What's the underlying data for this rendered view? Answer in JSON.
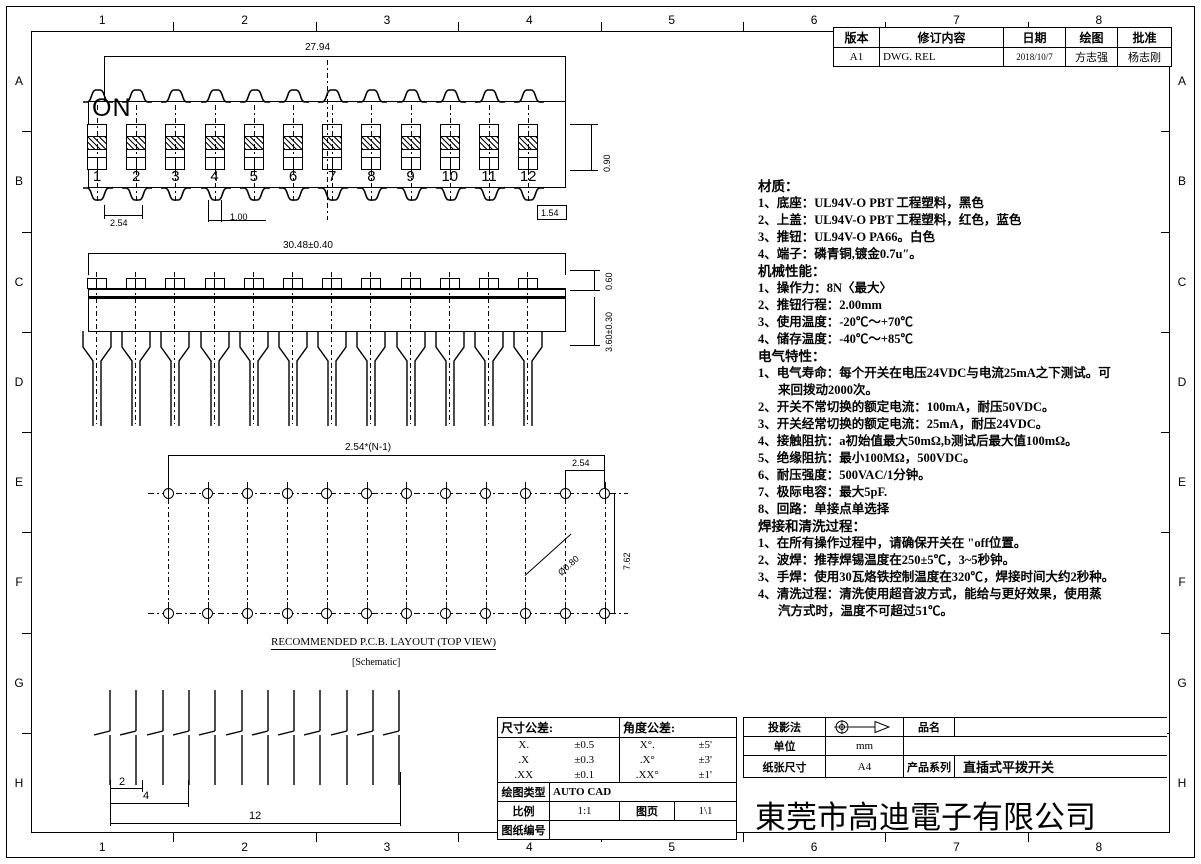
{
  "sheet": {
    "columns": [
      "1",
      "2",
      "3",
      "4",
      "5",
      "6",
      "7",
      "8"
    ],
    "rows": [
      "A",
      "B",
      "C",
      "D",
      "E",
      "F",
      "G",
      "H"
    ]
  },
  "revision_table": {
    "headers": [
      "版本",
      "修订内容",
      "日期",
      "绘图",
      "批准"
    ],
    "rows": [
      {
        "version": "A1",
        "content": "DWG. REL",
        "date": "2018/10/7",
        "drawn_by": "方志强",
        "approved_by": "杨志刚"
      }
    ]
  },
  "top_view": {
    "on_label": "ON",
    "switch_numbers": [
      "1",
      "2",
      "3",
      "4",
      "5",
      "6",
      "7",
      "8",
      "9",
      "10",
      "11",
      "12"
    ],
    "dims": {
      "overall_width": "27.94",
      "pitch": "2.54",
      "actuator_width": "1.00",
      "pin_width": "1.54",
      "actuator_height": "0.90"
    }
  },
  "side_view": {
    "dims": {
      "overall_length": "30.48±0.40",
      "top_height": "0.60",
      "body_height": "3.60±0.30"
    }
  },
  "pcb_layout": {
    "caption": "RECOMMENDED P.C.B. LAYOUT (TOP VIEW)",
    "dims": {
      "overall": "2.54*(N-1)",
      "pitch": "2.54",
      "row_spacing": "7.62",
      "hole_dia": "Ø0.80"
    }
  },
  "schematic": {
    "caption": "[Schematic]",
    "dims": {
      "first": "2",
      "second": "4",
      "total": "12"
    }
  },
  "specs": {
    "material": {
      "title": "材质：",
      "items": [
        "1、底座：UL94V-O PBT 工程塑料，黑色",
        "2、上盖：UL94V-O PBT 工程塑料，红色，蓝色",
        "3、推钮：UL94V-O PA66。白色",
        "4、端子：磷青铜,镀金0.7u″。"
      ]
    },
    "mechanical": {
      "title": "机械性能：",
      "items": [
        "1、操作力：8N〈最大〉",
        "2、推钮行程：2.00mm",
        "3、使用温度：-20℃～+70℃",
        "4、储存温度：-40℃～+85℃"
      ]
    },
    "electrical": {
      "title": "电气特性：",
      "items": [
        "1、电气寿命：每个开关在电压24VDC与电流25mA之下测试。可",
        "2、开关不常切换的额定电流：100mA，耐压50VDC。",
        "3、开关经常切换的额定电流：25mA，耐压24VDC。",
        "4、接触阻抗：a初始值最大50mΩ,b测试后最大值100mΩ。",
        "5、绝缘阻抗：最小100MΩ，500VDC。",
        "6、耐压强度：500VAC/1分钟。",
        "7、极际电容：最大5pF.",
        "8、回路：单接点单选择"
      ],
      "continuation_1": "来回拨动2000次。"
    },
    "soldering": {
      "title": "焊接和清洗过程：",
      "items": [
        "1、在所有操作过程中，请确保开关在 \"off位置。",
        "2、波焊：推荐焊锡温度在250±5℃，3~5秒钟。",
        "3、手焊：使用30瓦烙铁控制温度在320℃，焊接时间大约2秒种。",
        "4、清洗过程：清洗使用超音波方式，能给与更好效果，使用蒸"
      ],
      "continuation_4": "汽方式时，温度不可超过51℃。"
    }
  },
  "tolerance_table": {
    "dim_title": "尺寸公差:",
    "ang_title": "角度公差:",
    "dim_rows": [
      {
        "label": "X.",
        "value": "±0.5"
      },
      {
        "label": ".X",
        "value": "±0.3"
      },
      {
        "label": ".XX",
        "value": "±0.1"
      }
    ],
    "ang_rows": [
      {
        "label": "X°.",
        "value": "±5'"
      },
      {
        "label": ".X°",
        "value": "±3'"
      },
      {
        "label": ".XX°",
        "value": "±1'"
      }
    ],
    "draw_type_label": "绘图类型",
    "draw_type_value": "AUTO CAD",
    "scale_label": "比例",
    "scale_value": "1:1",
    "page_label": "图页",
    "page_value": "1\\1",
    "dwg_no_label": "图纸编号",
    "dwg_no_value": ""
  },
  "title_block": {
    "projection_label": "投影法",
    "product_name_label": "品名",
    "product_name_value": "",
    "unit_label": "单位",
    "unit_value": "mm",
    "paper_label": "纸张尺寸",
    "paper_value": "A4",
    "series_label": "产品系列",
    "series_value": "直插式平拨开关",
    "company": "東莞市高迪電子有限公司"
  }
}
